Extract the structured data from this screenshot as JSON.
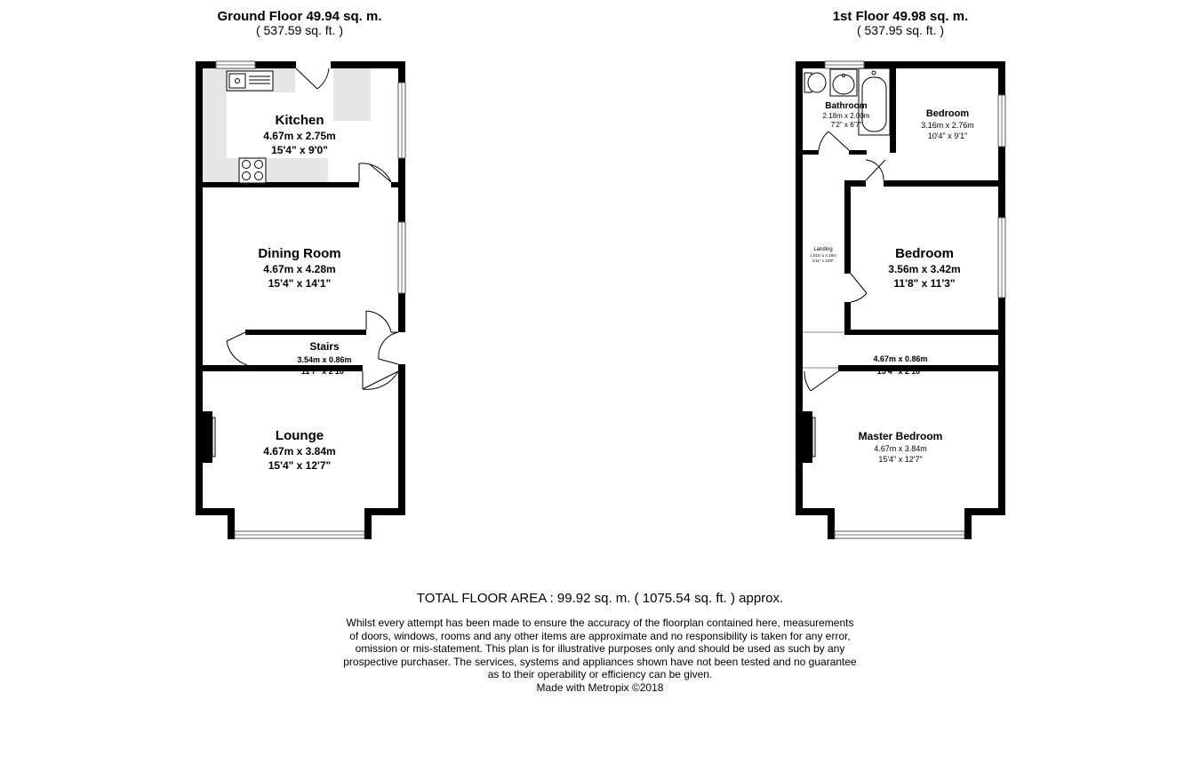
{
  "ground_floor": {
    "title": "Ground Floor 49.94 sq. m.",
    "subtitle": "( 537.59 sq. ft. )",
    "rooms": {
      "kitchen": {
        "name": "Kitchen",
        "metric": "4.67m x 2.75m",
        "imperial": "15'4\" x 9'0\""
      },
      "dining": {
        "name": "Dining Room",
        "metric": "4.67m x 4.28m",
        "imperial": "15'4\" x 14'1\""
      },
      "stairs": {
        "name": "Stairs",
        "metric": "3.54m x 0.86m",
        "imperial": "11'7\" x 2'10\""
      },
      "lounge": {
        "name": "Lounge",
        "metric": "4.67m x 3.84m",
        "imperial": "15'4\" x 12'7\""
      }
    }
  },
  "first_floor": {
    "title": "1st Floor 49.98 sq. m.",
    "subtitle": "( 537.95 sq. ft. )",
    "rooms": {
      "bathroom": {
        "name": "Bathroom",
        "metric": "2.18m x 2.00m",
        "imperial": "7'2\" x 6'7\""
      },
      "bedroom_small": {
        "name": "Bedroom",
        "metric": "3.16m x 2.76m",
        "imperial": "10'4\" x 9'1\""
      },
      "landing": {
        "name": "Landing",
        "metric": "1.51m x 4.18m",
        "imperial": "4'11\" x 13'9\""
      },
      "bedroom": {
        "name": "Bedroom",
        "metric": "3.56m x 3.42m",
        "imperial": "11'8\" x 11'3\""
      },
      "strip": {
        "metric": "4.67m x 0.86m",
        "imperial": "15'4\" x 2'10\""
      },
      "master": {
        "name": "Master Bedroom",
        "metric": "4.67m x 3.84m",
        "imperial": "15'4\" x 12'7\""
      }
    }
  },
  "total": "TOTAL FLOOR AREA : 99.92 sq. m. ( 1075.54 sq. ft. ) approx.",
  "disclaimer": [
    "Whilst every attempt has been made to ensure the accuracy of the floorplan contained here, measurements",
    "of doors, windows, rooms and any other items are approximate and no responsibility is taken for any error,",
    "omission or mis-statement. This plan is for illustrative purposes only and should be used as such by any",
    "prospective purchaser. The services, systems and appliances shown have not been tested and no guarantee",
    "as to their operability or efficiency can be given.",
    "Made with Metropix ©2018"
  ],
  "colors": {
    "wall": "#000000",
    "worktop": "#e6e6e6",
    "window": "#9a9a9a"
  }
}
